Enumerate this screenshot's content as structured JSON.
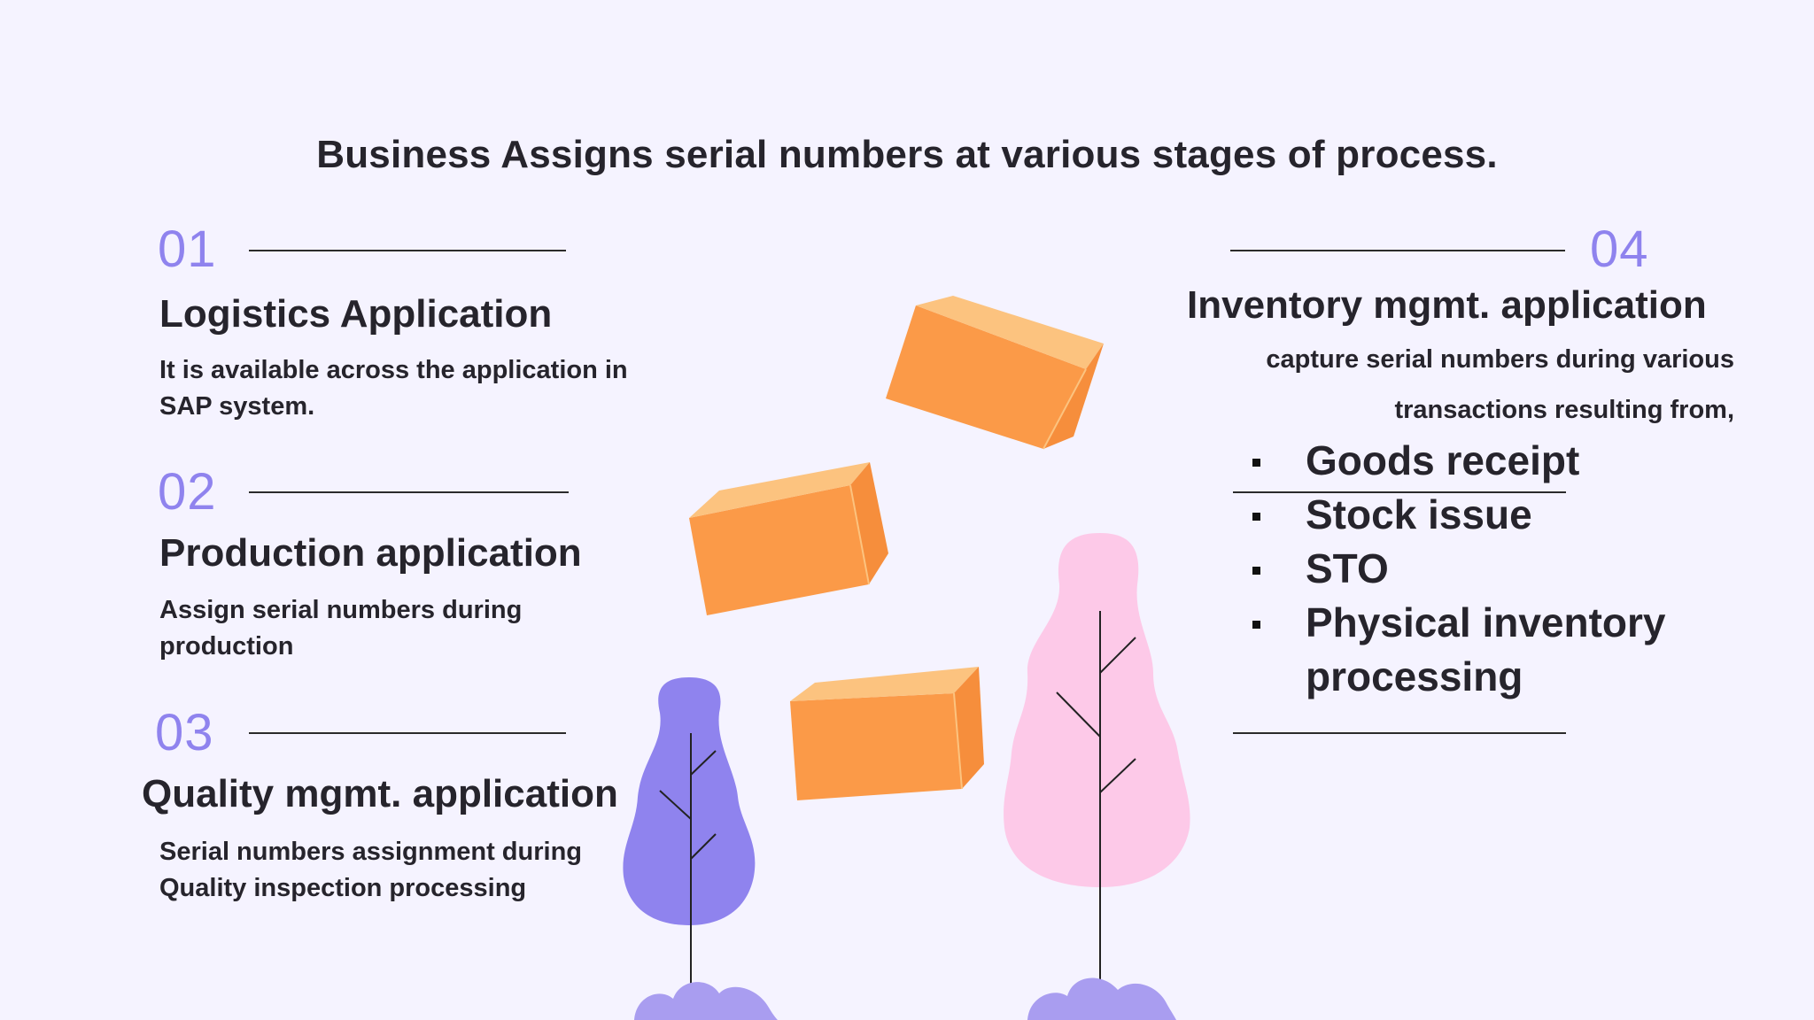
{
  "title": "Business Assigns serial numbers at various stages of process.",
  "colors": {
    "background": "#f5f3ff",
    "accent_number": "#8f83ee",
    "box_orange": "#fb9a48",
    "tree_purple": "#8f83ee",
    "tree_pink": "#fdc9e8"
  },
  "sections": [
    {
      "number": "01",
      "title": "Logistics Application",
      "description": "It is available across the application in SAP system."
    },
    {
      "number": "02",
      "title": "Production application",
      "description": "Assign serial numbers during production"
    },
    {
      "number": "03",
      "title": "Quality mgmt. application",
      "description": "Serial numbers assignment during Quality inspection processing"
    },
    {
      "number": "04",
      "title": "Inventory mgmt. application",
      "description_line1": "capture serial numbers during various",
      "description_line2": "transactions resulting from,",
      "bullets": [
        "Goods receipt",
        "Stock issue",
        "STO",
        "Physical inventory processing"
      ]
    }
  ],
  "illustration": {
    "items": [
      "box-icon",
      "box-icon",
      "box-icon",
      "tree-icon",
      "tree-icon"
    ]
  }
}
